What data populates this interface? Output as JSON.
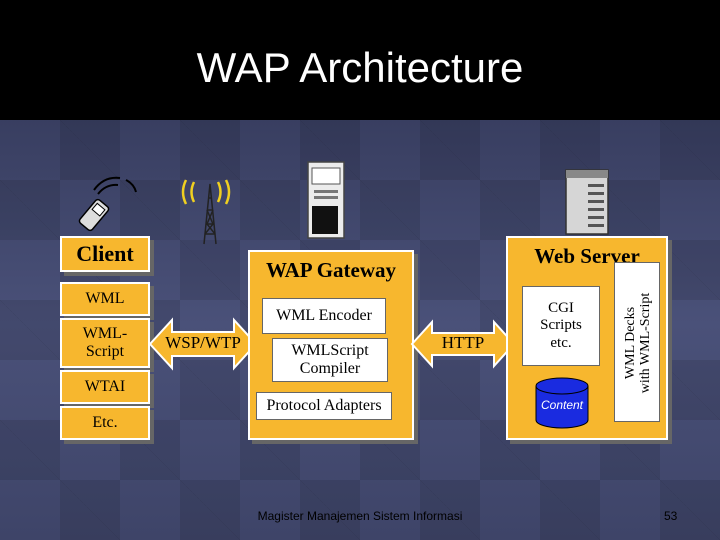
{
  "title": "WAP Architecture",
  "client": {
    "heading": "Client",
    "layers": [
      "WML",
      "WML-\nScript",
      "WTAI",
      "Etc."
    ]
  },
  "gateway": {
    "heading": "WAP Gateway",
    "components": [
      "WML Encoder",
      "WMLScript\nCompiler",
      "Protocol Adapters"
    ]
  },
  "web_server": {
    "heading": "Web Server",
    "cgi": "CGI\nScripts\netc.",
    "content": "Content",
    "decks": "WML Decks\nwith WML-Script"
  },
  "links": {
    "client_gateway": "WSP/WTP",
    "gateway_server": "HTTP"
  },
  "footer": "Magister Manajemen Sistem Informasi",
  "page_number": "53",
  "colors": {
    "box_fill": "#f7b72e",
    "arrow_fill": "#f7b72e",
    "title_band": "#000000"
  },
  "icons": [
    "mobile-phone-icon",
    "radio-tower-icon",
    "gateway-server-icon",
    "web-server-icon",
    "database-icon"
  ]
}
